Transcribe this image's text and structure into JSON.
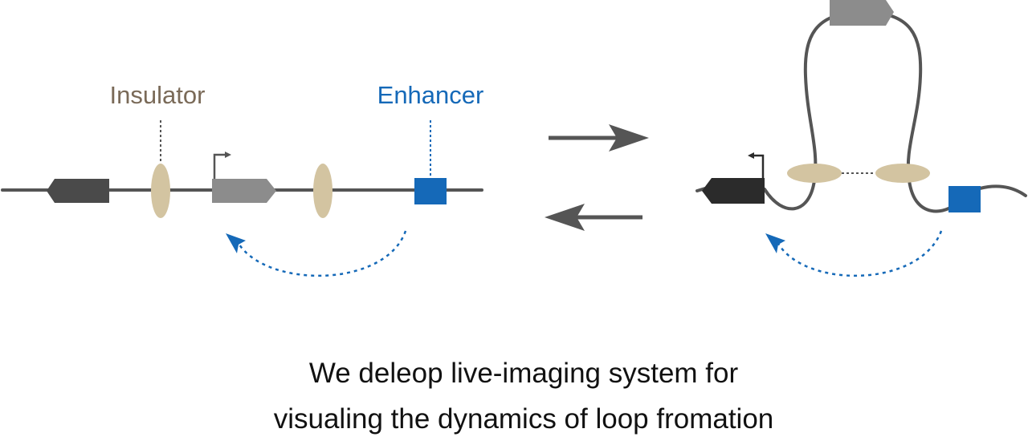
{
  "labels": {
    "insulator": "Insulator",
    "enhancer": "Enhancer"
  },
  "caption": {
    "line1": "We deleop live-imaging system for",
    "line2": "visualing the dynamics of loop fromation"
  },
  "colors": {
    "chromatin": "#555555",
    "gene_dark": "#4a4a4a",
    "gene_light": "#8c8c8c",
    "gene_black": "#2b2b2b",
    "insulator": "#d3c4a1",
    "insulator_label": "#7a6a58",
    "enhancer": "#1569b8",
    "arrow": "#555555"
  },
  "icons": {
    "forward": "right-arrow-icon",
    "reverse": "left-arrow-icon",
    "tss": "promoter-arrow-icon"
  }
}
